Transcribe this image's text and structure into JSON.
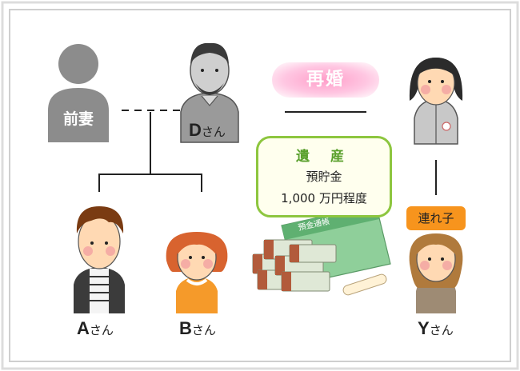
{
  "people": {
    "ex_wife": {
      "label": "前妻"
    },
    "d": {
      "letter": "D",
      "suffix": "さん"
    },
    "a": {
      "letter": "A",
      "suffix": "さん"
    },
    "b": {
      "letter": "B",
      "suffix": "さん"
    },
    "y": {
      "letter": "Y",
      "suffix": "さん"
    }
  },
  "remarriage": "再婚",
  "estate": {
    "title": "遺 産",
    "line1": "預貯金",
    "line2": "1,000 万円程度"
  },
  "stepchild": "連れ子",
  "passbook": "預金通帳",
  "colors": {
    "frame": "#d9d9d9",
    "silhouette": "#8c8c8c",
    "skin": "#ffd9b3",
    "estate_border": "#8dc63f",
    "remarriage_pink": "#ff9ec9",
    "stepchild_orange": "#f7941d"
  }
}
